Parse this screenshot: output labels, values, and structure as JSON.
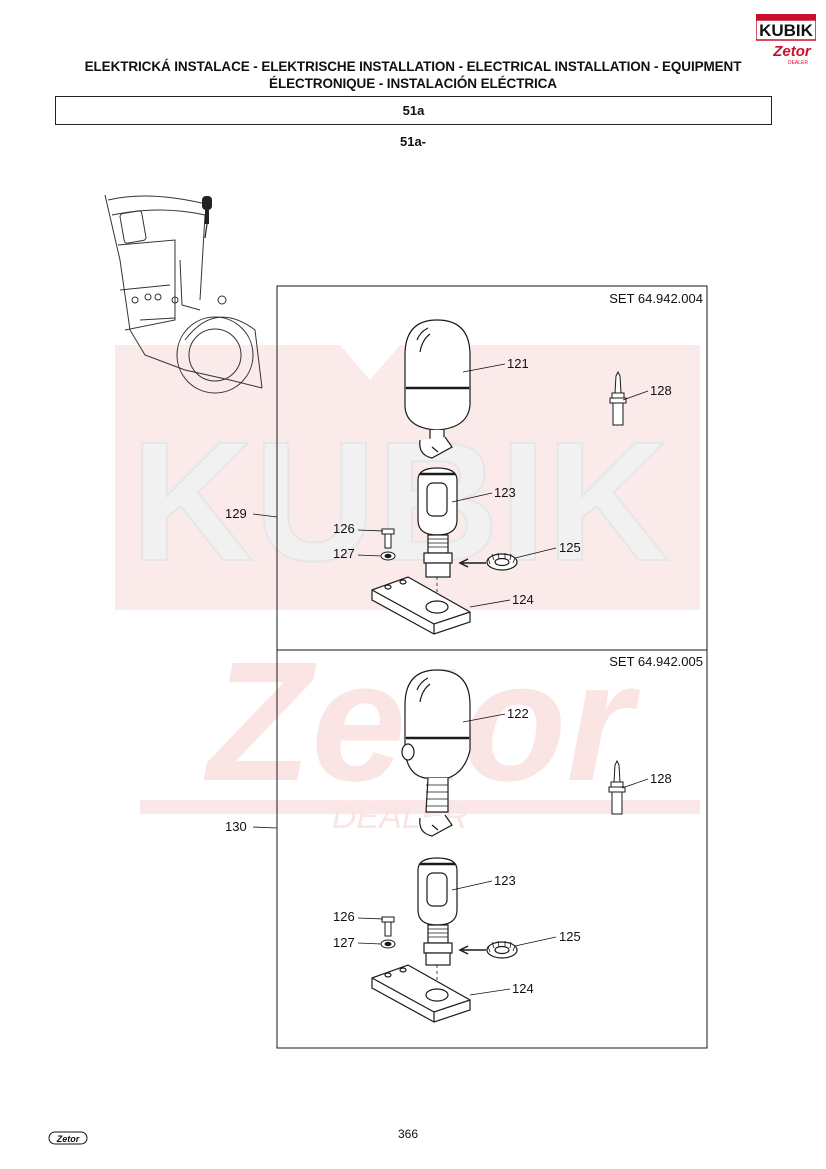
{
  "brand": {
    "dealer_top": "KUBIK",
    "dealer_bottom": "Zetor",
    "dealer_tag": "DEALER",
    "footer_logo": "Zetor"
  },
  "header": {
    "title_line1": "ELEKTRICKÁ INSTALACE - ELEKTRISCHE INSTALLATION - ELECTRICAL INSTALLATION - EQUIPMENT",
    "title_line2": "ÉLECTRONIQUE - INSTALACIÓN ELÉCTRICA",
    "section": "51a",
    "subsection": "51a-"
  },
  "watermark": {
    "top_text": "KUBIK",
    "bottom_text": "Zetor",
    "tag_text": "DEALER"
  },
  "sets": [
    {
      "label": "SET 64.942.004",
      "group_callout": "129",
      "callouts": {
        "beacon": "121",
        "holder": "123",
        "bolt": "126",
        "washer": "127",
        "lock_washer": "125",
        "bracket": "124",
        "bulb": "128"
      }
    },
    {
      "label": "SET 64.942.005",
      "group_callout": "130",
      "callouts": {
        "beacon": "122",
        "holder": "123",
        "bolt": "126",
        "washer": "127",
        "lock_washer": "125",
        "bracket": "124",
        "bulb": "128"
      }
    }
  ],
  "page_number": "366",
  "colors": {
    "watermark_red": "#f7dada",
    "watermark_gray": "#f0f0f0",
    "line": "#1a1a1a",
    "logo_red": "#c8102e"
  }
}
